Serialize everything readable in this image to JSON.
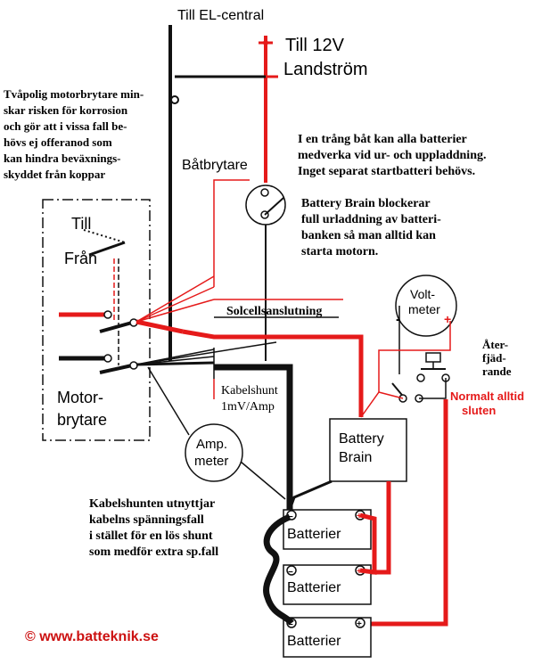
{
  "labels": {
    "el_central": "Till EL-central",
    "till_12v": "Till 12V",
    "landstrom": "Landström",
    "batbrytare": "Båtbrytare",
    "solcell": "Solcellsanslutning",
    "voltmeter_1": "Volt-",
    "voltmeter_2": "meter",
    "aterfjadrande_1": "Åter-",
    "aterfjadrande_2": "fjäd-",
    "aterfjadrande_3": "rande",
    "normalt_1": "Normalt alltid",
    "normalt_2": "sluten",
    "battery_brain_1": "Battery",
    "battery_brain_2": "Brain",
    "kabelshunt_1": "Kabelshunt",
    "kabelshunt_2": "1mV/Amp",
    "ampmeter_1": "Amp.",
    "ampmeter_2": "meter",
    "till": "Till",
    "fran": "Från",
    "motorbrytare_1": "Motor-",
    "motorbrytare_2": "brytare",
    "batterier": "Batterier",
    "copyright": "© www.batteknik.se"
  },
  "notes": {
    "tvapolig": [
      "Tvåpolig motorbrytare min-",
      "skar risken för korrosion",
      "och gör att i vissa fall be-",
      "hövs ej offeranod som",
      "kan hindra beväxnings-",
      "skyddet från koppar"
    ],
    "trang_bat": [
      "I en trång båt kan alla batterier",
      "medverka vid ur- och uppladdning.",
      "Inget separat startbatteri behövs."
    ],
    "bb_blockerar": [
      "Battery Brain blockerar",
      "full urladdning av batteri-",
      "banken så man alltid kan",
      "starta motorn."
    ],
    "kabelshunt_note": [
      "Kabelshunten utnyttjar",
      "kabelns spänningsfall",
      "i stället för en lös shunt",
      "som medför extra sp.fall"
    ]
  },
  "colors": {
    "red": "#e51a1a",
    "black": "#111111",
    "text_red": "#e51a1a",
    "copyright_red": "#cc1111"
  }
}
